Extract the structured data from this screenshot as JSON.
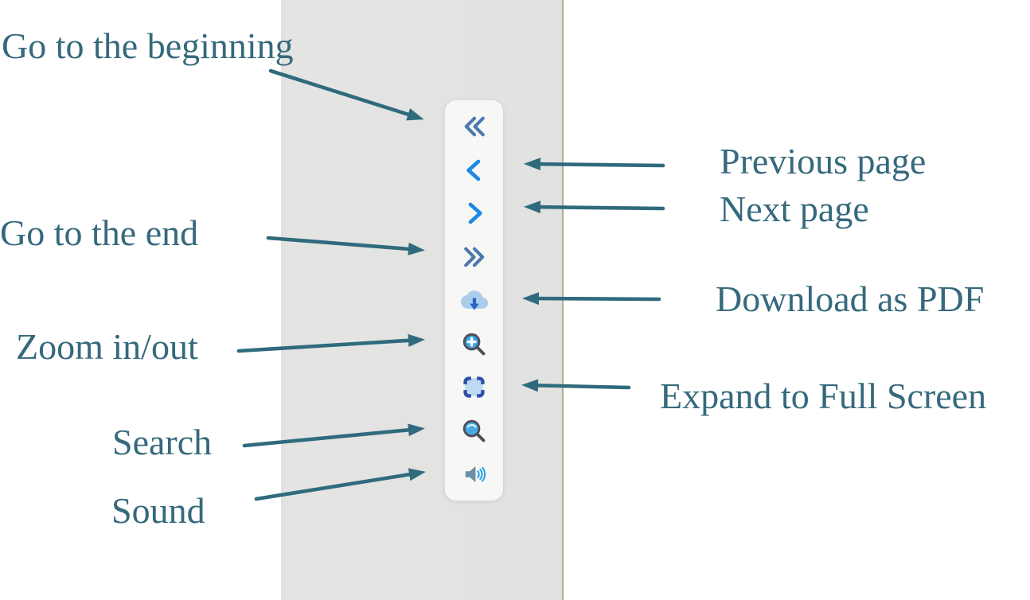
{
  "annotations": {
    "labels": {
      "go_to_beginning": "Go to the beginning",
      "previous_page": "Previous page",
      "next_page": "Next page",
      "go_to_end": "Go to the end",
      "download_pdf": "Download as PDF",
      "zoom_in_out": "Zoom in/out",
      "expand_full_screen": "Expand to Full Screen",
      "search": "Search",
      "sound": "Sound"
    }
  },
  "toolbar": {
    "buttons": [
      {
        "id": "go-to-beginning",
        "icon": "double-chevron-left-icon"
      },
      {
        "id": "previous-page",
        "icon": "chevron-left-icon"
      },
      {
        "id": "next-page",
        "icon": "chevron-right-icon"
      },
      {
        "id": "go-to-end",
        "icon": "double-chevron-right-icon"
      },
      {
        "id": "download-pdf",
        "icon": "cloud-download-icon"
      },
      {
        "id": "zoom-in-out",
        "icon": "magnifier-plus-icon"
      },
      {
        "id": "expand-full-screen",
        "icon": "fullscreen-icon"
      },
      {
        "id": "search",
        "icon": "magnifier-icon"
      },
      {
        "id": "sound",
        "icon": "speaker-icon"
      }
    ]
  },
  "palette": {
    "label_text": "#35697b",
    "arrow": "#2f6b7d",
    "chevron_blue": "#1e88e5",
    "double_chevron_blue": "#4b79ae",
    "cloud_fill": "#a9cdeb",
    "download_arrow": "#2c62c7",
    "magnifier_ring": "#4e4f57",
    "zoom_lens": "#38a3e8",
    "search_lens": "#47ace6",
    "fullscreen_fill": "#bedaf3",
    "fullscreen_brackets": "#2d50a8",
    "speaker_body": "#6e8ea3",
    "sound_waves": "#2aa3e2",
    "strip_background": "#e3e3e2",
    "strip_edge": "#b6ac95",
    "toolbar_background": "#f7f8f6"
  }
}
